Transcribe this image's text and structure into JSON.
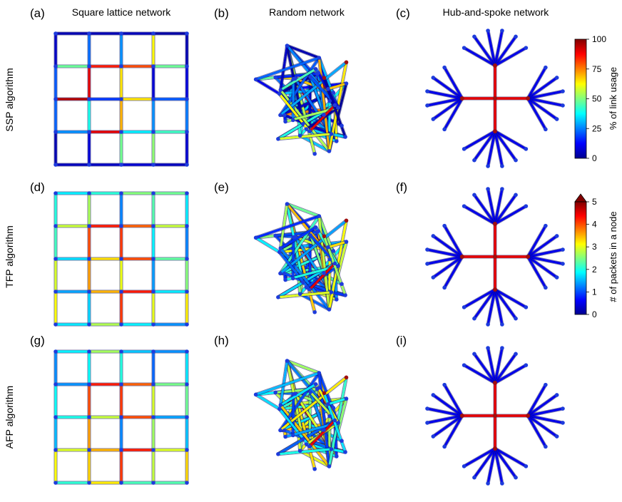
{
  "column_titles": [
    "Square lattice network",
    "Random network",
    "Hub-and-spoke network"
  ],
  "row_titles": [
    "SSP algorithm",
    "TFP algorithm",
    "AFP algorithm"
  ],
  "panel_letters": [
    "(a)",
    "(b)",
    "(c)",
    "(d)",
    "(e)",
    "(f)",
    "(g)",
    "(h)",
    "(i)"
  ],
  "colorbars": [
    {
      "label": "% of link usage",
      "ticks": [
        "0",
        "25",
        "50",
        "75",
        "100"
      ],
      "min": 0,
      "max": 100,
      "extend_top": false
    },
    {
      "label": "# of packets in a node",
      "ticks": [
        "0",
        "1",
        "2",
        "3",
        "4",
        "5"
      ],
      "min": 0,
      "max": 5,
      "extend_top": true
    }
  ],
  "colors": {
    "jet": [
      "#00008f",
      "#0000ff",
      "#00ffff",
      "#ffff00",
      "#ff0000",
      "#800000"
    ],
    "node": "#1e3cdc",
    "hub_node": "#a01010"
  },
  "icon_names": [
    "colorbar-extend-arrow"
  ]
}
